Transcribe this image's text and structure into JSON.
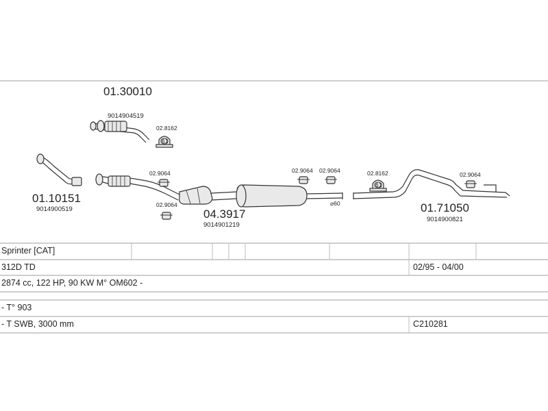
{
  "parts": {
    "p0130010": {
      "code": "01.30010",
      "ref": "9014904519"
    },
    "p0110151": {
      "code": "01.10151",
      "ref": "9014900519"
    },
    "p043917": {
      "code": "04.3917",
      "ref": "9014901219"
    },
    "p0171050": {
      "code": "01.71050",
      "ref": "9014900821"
    }
  },
  "small_parts": {
    "clamp_a": "02.8162",
    "clamp_b": "02.8162",
    "hanger_a": "02.9064",
    "hanger_b": "02.9064",
    "hanger_c": "02.9064",
    "hanger_d": "02.9064",
    "hanger_e": "02.9064"
  },
  "markers": {
    "clamp_mark": "61",
    "diameter": "⌀60"
  },
  "vehicle": {
    "model": "Sprinter  [CAT]",
    "variant": "312D TD",
    "years": "02/95 - 04/00",
    "engine": "2874 cc, 122 HP, 90 KW M° OM602 -",
    "type": "- T° 903",
    "body": "- T SWB, 3000 mm",
    "catalog_code": "C210281"
  }
}
